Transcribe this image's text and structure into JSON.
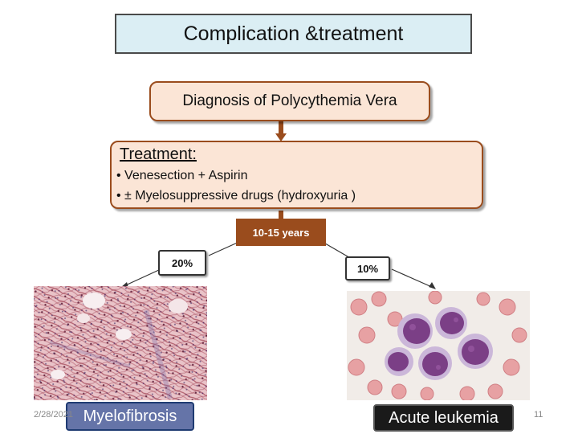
{
  "title": "Complication &treatment",
  "diagnosis": "Diagnosis of Polycythemia Vera",
  "treatment": {
    "heading": "Treatment:",
    "items": [
      "• Venesection + Aspirin",
      "•  ± Myelosuppressive  drugs (hydroxyuria )"
    ]
  },
  "duration": "10-15 years",
  "branches": {
    "left": {
      "percent": "20%",
      "outcome": "Myelofibrosis"
    },
    "right": {
      "percent": "10%",
      "outcome": "Acute leukemia"
    }
  },
  "footer": {
    "date": "2/28/2021",
    "page": "11"
  },
  "colors": {
    "title_bg": "#dbeef4",
    "box_bg": "#fbe5d6",
    "box_border": "#9a4c1d",
    "duration_bg": "#9a4c1d"
  }
}
